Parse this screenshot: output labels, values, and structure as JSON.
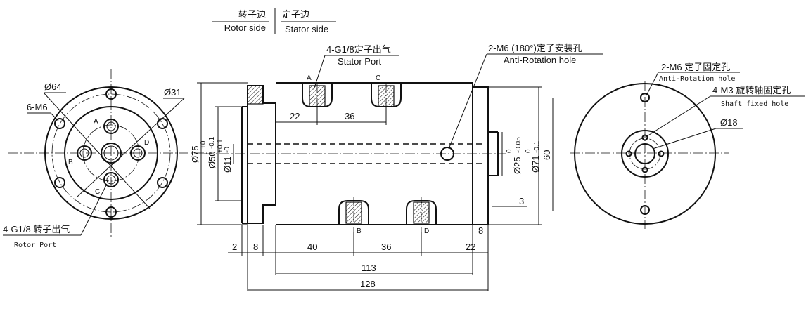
{
  "header": {
    "rotor_side_cn": "转子边",
    "stator_side_cn": "定子边",
    "rotor_side_en": "Rotor side",
    "stator_side_en": "Stator side"
  },
  "left_view": {
    "d64": "Ø64",
    "d31": "Ø31",
    "six_m6": "6-M6",
    "port_labels": [
      "A",
      "B",
      "C",
      "D"
    ],
    "rotor_port_cn": "4-G1/8 转子出气",
    "rotor_port_en": "Rotor Port"
  },
  "side_view": {
    "stator_port_cn": "4-G1/8定子出气",
    "stator_port_en": "Stator Port",
    "anti_rotation_cn": "2-M6 (180°)定子安装孔",
    "anti_rotation_en": "Anti-Rotation hole",
    "top_port_labels": [
      "A",
      "C"
    ],
    "bottom_port_labels": [
      "B",
      "D"
    ],
    "dim_22_top": "22",
    "dim_36_top": "36",
    "d75": "Ø75",
    "d50": "Ø50",
    "d50_tol_upper": "+0",
    "d50_tol_lower": "-0.1",
    "d11": "Ø11",
    "d11_tol_upper": "+0.1",
    "d11_tol_lower": "-0",
    "d25": "Ø25",
    "d25_tol_upper": "0",
    "d25_tol_lower": "-0.05",
    "d71": "Ø71",
    "d71_tol_upper": "0",
    "d71_tol_lower": "-0.1",
    "dim_3": "3",
    "dim_60": "60",
    "dim_2": "2",
    "dim_8_left": "8",
    "dim_40": "40",
    "dim_36_bottom": "36",
    "dim_22_bottom": "22",
    "dim_8_right": "8",
    "dim_113": "113",
    "dim_128": "128"
  },
  "right_view": {
    "anti_rotation_cn": "2-M6 定子固定孔",
    "anti_rotation_en": "Anti-Rotation hole",
    "shaft_fixed_cn": "4-M3 旋转轴固定孔",
    "shaft_fixed_en": "Shaft fixed hole",
    "d18": "Ø18"
  }
}
